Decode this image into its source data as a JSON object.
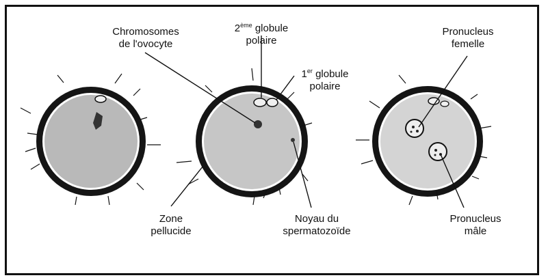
{
  "labels": {
    "chromosomes": {
      "line1": "Chromosomes",
      "line2": "de l'ovocyte"
    },
    "second_polar_body": {
      "num": "2",
      "sup": "ème",
      "line1_rest": " globule",
      "line2": "polaire"
    },
    "first_polar_body": {
      "num": "1",
      "sup": "er",
      "line1_rest": " globule",
      "line2": "polaire"
    },
    "female_pronucleus": {
      "line1": "Pronucleus",
      "line2": "femelle"
    },
    "zona_pellucida": {
      "line1": "Zone",
      "line2": "pellucide"
    },
    "sperm_nucleus": {
      "line1": "Noyau du",
      "line2": "spermatozoïde"
    },
    "male_pronucleus": {
      "line1": "Pronucleus",
      "line2": "mâle"
    }
  },
  "colors": {
    "zona": "#151515",
    "cytoplasm_1": "#b9b9b9",
    "cytoplasm_2": "#c6c6c6",
    "cytoplasm_3": "#d4d4d4",
    "line": "#111111"
  }
}
